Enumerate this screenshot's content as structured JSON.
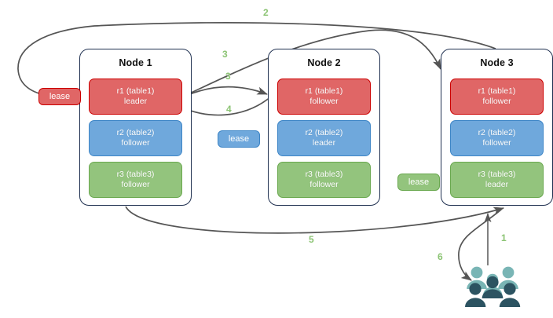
{
  "diagram": {
    "title": "",
    "colors": {
      "red_fill": "#e06666",
      "red_border": "#cc0000",
      "blue_fill": "#6fa8dc",
      "blue_border": "#3d85c6",
      "green_fill": "#93c47d",
      "green_border": "#6aa84f",
      "node_border": "#1f3050",
      "arrow": "#555555",
      "step_label": "#8cc474",
      "people_light": "#79b5b5",
      "people_dark": "#2c5361"
    },
    "nodes": [
      {
        "title": "Node 1",
        "replicas": [
          {
            "name": "r1 (table1)",
            "role": "leader",
            "color": "red"
          },
          {
            "name": "r2 (table2)",
            "role": "follower",
            "color": "blue"
          },
          {
            "name": "r3 (table3)",
            "role": "follower",
            "color": "green"
          }
        ]
      },
      {
        "title": "Node 2",
        "replicas": [
          {
            "name": "r1 (table1)",
            "role": "follower",
            "color": "red"
          },
          {
            "name": "r2 (table2)",
            "role": "leader",
            "color": "blue"
          },
          {
            "name": "r3 (table3)",
            "role": "follower",
            "color": "green"
          }
        ]
      },
      {
        "title": "Node 3",
        "replicas": [
          {
            "name": "r1 (table1)",
            "role": "follower",
            "color": "red"
          },
          {
            "name": "r2 (table2)",
            "role": "follower",
            "color": "blue"
          },
          {
            "name": "r3 (table3)",
            "role": "leader",
            "color": "green"
          }
        ]
      }
    ],
    "leases": [
      {
        "label": "lease",
        "color": "red"
      },
      {
        "label": "lease",
        "color": "blue"
      },
      {
        "label": "lease",
        "color": "green"
      }
    ],
    "steps": [
      {
        "label": "1"
      },
      {
        "label": "2"
      },
      {
        "label": "3"
      },
      {
        "label": "3"
      },
      {
        "label": "4"
      },
      {
        "label": "5"
      },
      {
        "label": "6"
      }
    ],
    "people_icon": "people-group-icon"
  }
}
